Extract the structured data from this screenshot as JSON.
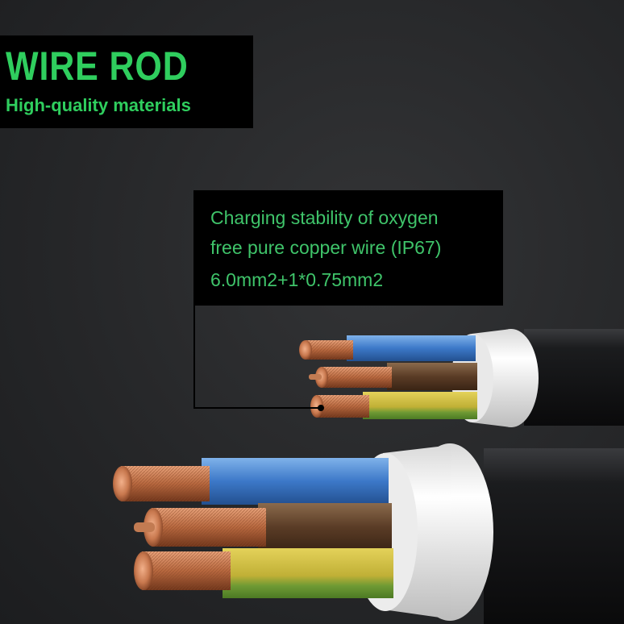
{
  "header": {
    "title": "WIRE ROD",
    "subtitle": "High-quality materials"
  },
  "callout": {
    "lines": [
      "Charging stability of oxygen",
      "free pure copper wire (IP67)",
      "6.0mm2+1*0.75mm2"
    ]
  },
  "colors": {
    "accent_green": "#2fce5e",
    "background": "#262729",
    "jacket_black": "#111214",
    "sheath_white": "#f2f2f2",
    "wire_blue": "#3c78c8",
    "wire_brown": "#5a3c26",
    "wire_yellow_green": "#b8a832",
    "copper": "#c8784e"
  }
}
